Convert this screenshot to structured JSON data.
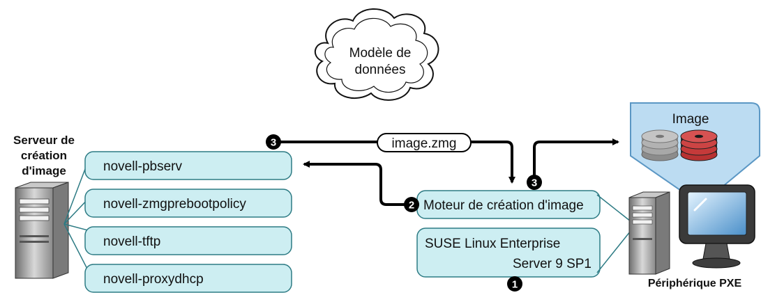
{
  "cloud": {
    "line1": "Modèle de",
    "line2": "données"
  },
  "server": {
    "line1": "Serveur de",
    "line2": "création",
    "line3": "d'image"
  },
  "services": [
    "novell-pbserv",
    "novell-zmgprebootpolicy",
    "novell-tftp",
    "novell-proxydhcp"
  ],
  "file_label": "image.zmg",
  "engine_label": "Moteur de création d'image",
  "os": {
    "line1": "SUSE Linux Enterprise",
    "line2": "Server 9 SP1"
  },
  "image_panel": {
    "title": "Image"
  },
  "device_label": "Périphérique PXE",
  "steps": {
    "one": "1",
    "two": "2",
    "three_left": "3",
    "three_right": "3"
  },
  "colors": {
    "box_fill": "#cdeef2",
    "box_stroke": "#2d7b84",
    "panel_fill": "#bcdcf2",
    "panel_stroke": "#5b97c4",
    "disk_grey": "#9a9a9a",
    "disk_red": "#c33a3a"
  }
}
